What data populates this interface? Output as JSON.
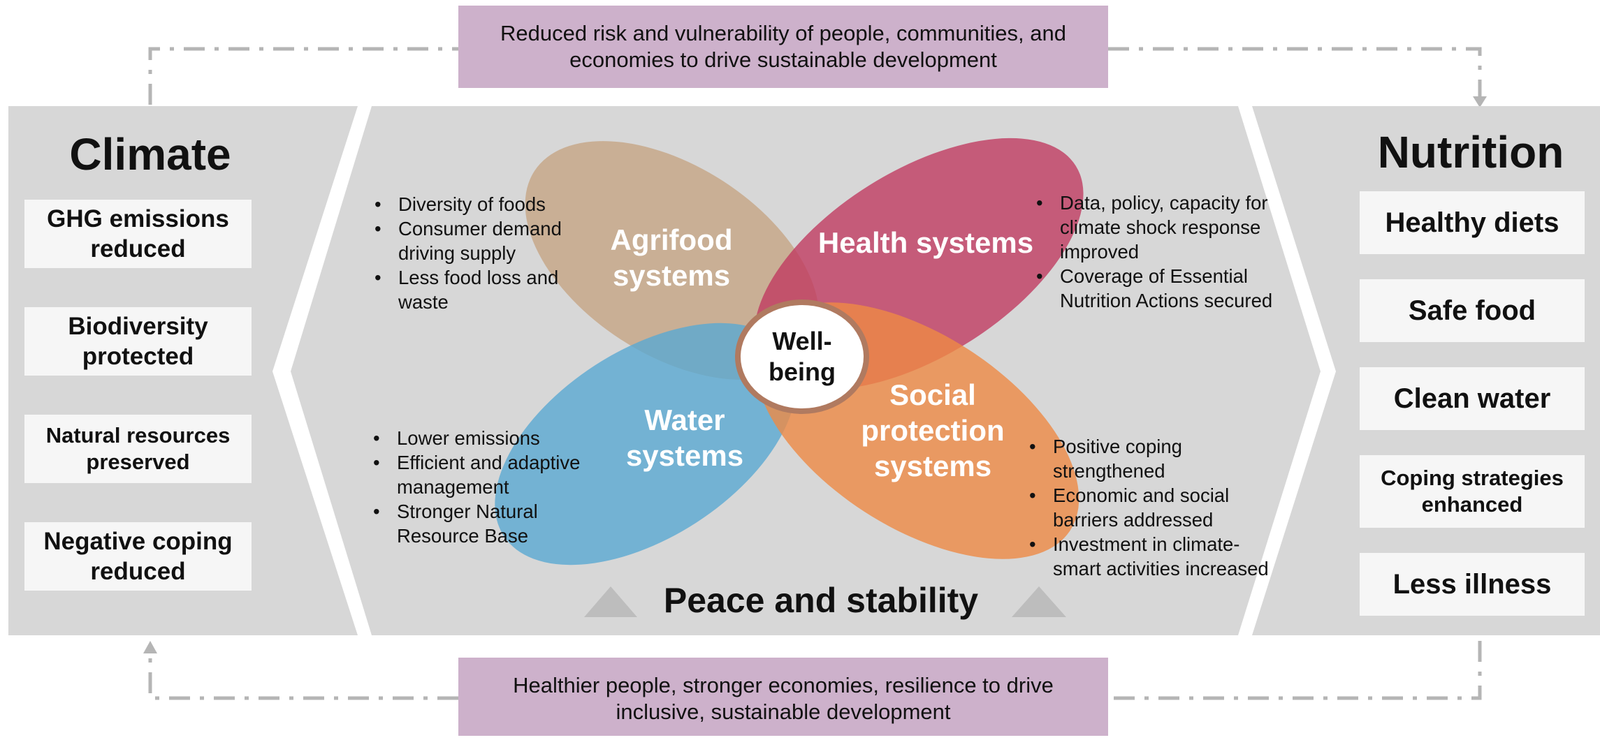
{
  "banners": {
    "top": "Reduced risk and vulnerability of people, communities, and economies to drive sustainable development",
    "bottom": "Healthier people, stronger economies, resilience to drive inclusive, sustainable  development"
  },
  "left_panel": {
    "title": "Climate",
    "items": [
      "GHG emissions reduced",
      "Biodiversity protected",
      "Natural resources preserved",
      "Negative coping reduced"
    ]
  },
  "right_panel": {
    "title": "Nutrition",
    "items": [
      "Healthy diets",
      "Safe food",
      "Clean water",
      "Coping strategies enhanced",
      "Less illness"
    ]
  },
  "center": {
    "petals": {
      "agrifood": "Agrifood systems",
      "health": "Health systems",
      "water": "Water systems",
      "social": "Social protection systems"
    },
    "wellbeing": "Well-being",
    "peace": "Peace and stability",
    "bullets": {
      "agrifood": [
        "Diversity of foods",
        "Consumer demand driving supply",
        "Less food loss and waste"
      ],
      "health": [
        "Data, policy, capacity for climate shock response improved",
        "Coverage of Essential Nutrition Actions secured"
      ],
      "water": [
        "Lower emissions",
        "Efficient and adaptive management",
        "Stronger Natural Resource Base"
      ],
      "social": [
        "Positive coping strengthened",
        "Economic and social barriers addressed",
        "Investment in climate-smart activities increased"
      ]
    }
  },
  "colors": {
    "panel_grey": "#d7d7d7",
    "box_bg": "#f6f6f6",
    "banner_purple": "#cdb1cb",
    "arrow_grey": "#b5b5b5",
    "agrifood": "#c7a889",
    "health": "#c0395f",
    "water": "#5aa9d2",
    "social": "#ee8a45"
  }
}
